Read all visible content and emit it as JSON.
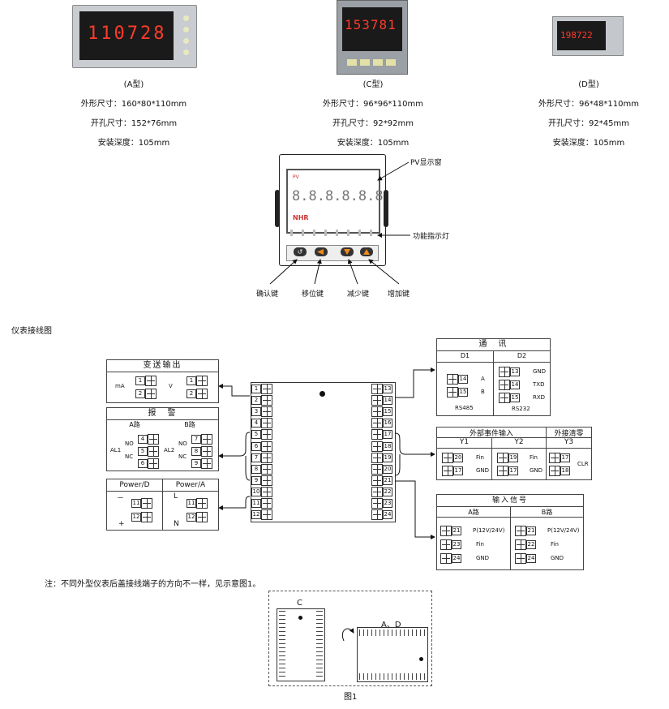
{
  "models": [
    {
      "name": "(A型)",
      "outer": "外形尺寸：160*80*110mm",
      "cutout": "开孔尺寸：152*76mm",
      "depth": "安装深度：105mm",
      "display": "110728"
    },
    {
      "name": "(C型)",
      "outer": "外形尺寸：96*96*110mm",
      "cutout": "开孔尺寸：92*92mm",
      "depth": "安装深度：105mm",
      "display": "153781"
    },
    {
      "name": "(D型)",
      "outer": "外形尺寸：96*48*110mm",
      "cutout": "开孔尺寸：92*45mm",
      "depth": "安装深度：105mm",
      "display": "198722"
    }
  ],
  "panel": {
    "pv_label": "PV",
    "display": "8.8.8.8.8.8",
    "logo": "NHR",
    "pv_window": "PV显示窗",
    "indicator": "功能指示灯",
    "keys": [
      "确认键",
      "移位键",
      "减少键",
      "增加键"
    ]
  },
  "wiring_title": "仪表接线图",
  "transmit": {
    "title": "变送输出",
    "ma": "mA",
    "v": "V"
  },
  "alarm": {
    "title": "报　警",
    "a": "A路",
    "b": "B路",
    "al1": "AL1",
    "al2": "AL2",
    "no": "NO",
    "nc": "NC"
  },
  "power": {
    "d": "Power/D",
    "a": "Power/A",
    "minus": "－",
    "plus": "+",
    "l": "L",
    "n": "N"
  },
  "comm": {
    "title": "通　讯",
    "d1": "D1",
    "d2": "D2",
    "a": "A",
    "b": "B",
    "rs485": "RS485",
    "gnd": "GND",
    "txd": "TXD",
    "rxd": "RXD",
    "rs232": "RS232"
  },
  "ext": {
    "title": "外部事件输入",
    "clear": "外接清零",
    "y1": "Y1",
    "y2": "Y2",
    "y3": "Y3",
    "fin": "Fin",
    "gnd": "GND",
    "clr": "CLR"
  },
  "input": {
    "title": "输入信号",
    "a": "A路",
    "b": "B路",
    "p": "P(12V/24V)",
    "fin": "Fin",
    "gnd": "GND"
  },
  "note": "注：不同外型仪表后盖接线端子的方向不一样，见示意图1。",
  "fig": {
    "c": "C",
    "ad": "A、D",
    "caption": "图1"
  }
}
